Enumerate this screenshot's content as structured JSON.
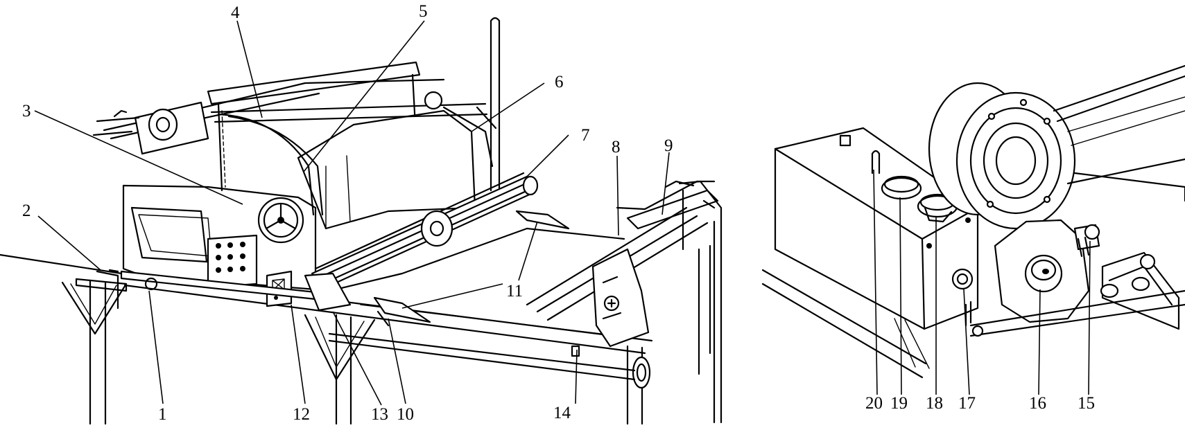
{
  "colors": {
    "ink": "#000000",
    "paper": "#ffffff"
  },
  "callouts": [
    {
      "id": "l1",
      "text": "1"
    },
    {
      "id": "l2",
      "text": "2"
    },
    {
      "id": "l3",
      "text": "3"
    },
    {
      "id": "l4",
      "text": "4"
    },
    {
      "id": "l5",
      "text": "5"
    },
    {
      "id": "l6",
      "text": "6"
    },
    {
      "id": "l7",
      "text": "7"
    },
    {
      "id": "l8",
      "text": "8"
    },
    {
      "id": "l9",
      "text": "9"
    },
    {
      "id": "l10",
      "text": "10"
    },
    {
      "id": "l11",
      "text": "11"
    },
    {
      "id": "l12",
      "text": "12"
    },
    {
      "id": "l13",
      "text": "13"
    },
    {
      "id": "l14",
      "text": "14"
    },
    {
      "id": "l15",
      "text": "15"
    },
    {
      "id": "l16",
      "text": "16"
    },
    {
      "id": "l17",
      "text": "17"
    },
    {
      "id": "l18",
      "text": "18"
    },
    {
      "id": "l19",
      "text": "19"
    },
    {
      "id": "l20",
      "text": "20"
    }
  ]
}
